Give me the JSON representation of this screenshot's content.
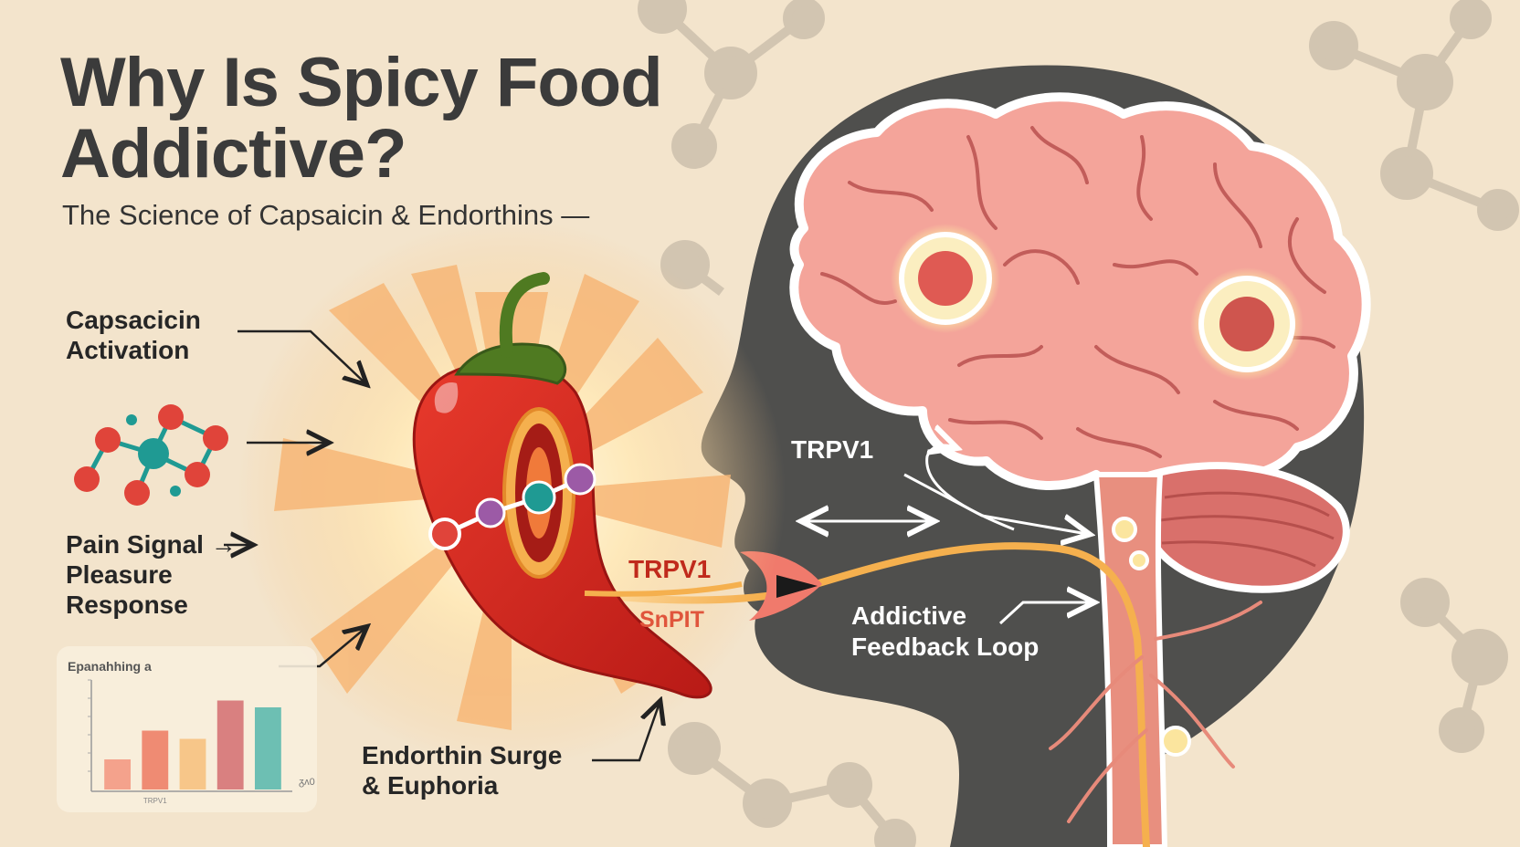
{
  "title_line1": "Why Is Spicy Food",
  "title_line2": "Addictive?",
  "subtitle": "The Science of Capsaicin & Endorthins —",
  "labels": {
    "capsaicin": [
      "Capsacicin",
      "Activation"
    ],
    "pain": [
      "Pain Signal →",
      "Pleasure",
      "Response"
    ],
    "endorphin": [
      "Endorthin Surge",
      "& Euphoria"
    ],
    "trpv1_head": "TRPV1",
    "trpv1_mouth": "TRPV1",
    "snpit": "SnPIT",
    "loop": [
      "Addictive",
      "Feedback Loop"
    ]
  },
  "colors": {
    "background": "#f3e4cc",
    "head": "#4f4f4d",
    "brain": "#f4a49a",
    "pepper": "#d8261f",
    "stem": "#4f7a21",
    "nerve": "#f5b04e",
    "molecule_red": "#e0443a",
    "molecule_teal": "#1f9a93"
  },
  "chart_data": {
    "type": "bar",
    "title": "Epanahhing a",
    "categories": [
      "",
      "TRPV1",
      "",
      "",
      ""
    ],
    "values": [
      2.2,
      4.3,
      3.7,
      6.5,
      6.0
    ],
    "colors": [
      "#f4a28c",
      "#ef8b73",
      "#f7c689",
      "#d98080",
      "#6dbfb3"
    ],
    "ylim": [
      0,
      8
    ],
    "note": "ᵹᴧ0"
  }
}
